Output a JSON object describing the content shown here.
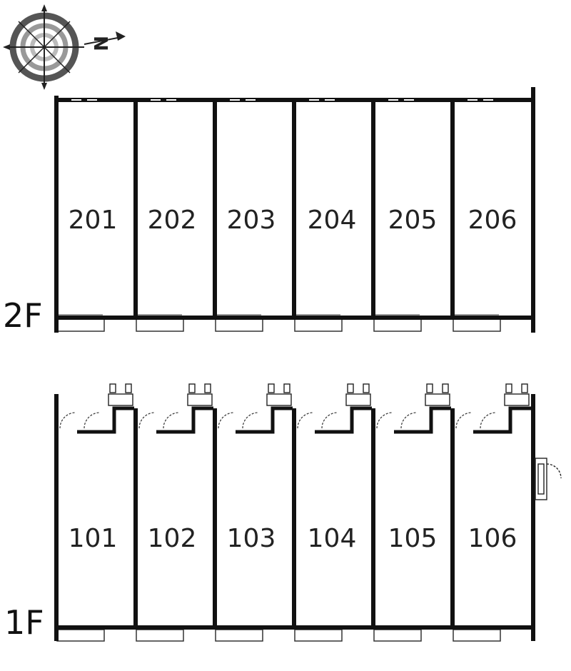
{
  "compass": {
    "north_label": "N",
    "icon": "compass-rose-icon"
  },
  "floors": [
    {
      "label": "2F",
      "units": [
        "201",
        "202",
        "203",
        "204",
        "205",
        "206"
      ]
    },
    {
      "label": "1F",
      "units": [
        "101",
        "102",
        "103",
        "104",
        "105",
        "106"
      ]
    }
  ],
  "colors": {
    "wall": "#111111",
    "line": "#333333",
    "balcony_hatch": "#888888"
  }
}
